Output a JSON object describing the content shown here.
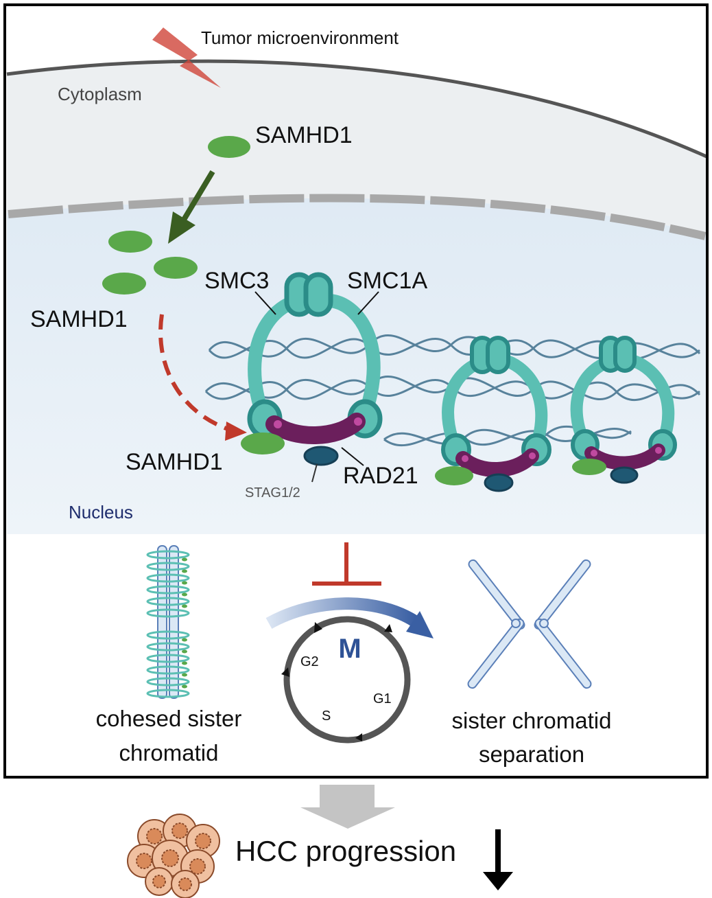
{
  "labels": {
    "tumor_microenvironment": "Tumor microenvironment",
    "cytoplasm": "Cytoplasm",
    "nucleus": "Nucleus",
    "samhd1_cytoplasm": "SAMHD1",
    "samhd1_nucleus": "SAMHD1",
    "samhd1_bound": "SAMHD1",
    "smc3": "SMC3",
    "smc1a": "SMC1A",
    "rad21": "RAD21",
    "stag": "STAG1/2",
    "cohesed_line1": "cohesed sister",
    "cohesed_line2": "chromatid",
    "separation_line1": "sister chromatid",
    "separation_line2": "separation",
    "phase_m": "M",
    "phase_g2": "G2",
    "phase_g1": "G1",
    "phase_s": "S",
    "hcc_progression": "HCC progression"
  },
  "colors": {
    "samhd1": "#5aa84a",
    "cohesin_ring": "#5bbfb3",
    "cohesin_head": "#2b8c88",
    "rad21": "#6b1f5c",
    "stag": "#1f5873",
    "dna": "#3f6f8c",
    "inhibition": "#c0392b",
    "import_arrow": "#3a5e22",
    "nucleus_bg": "#e6f0f7",
    "cytoplasm_bg": "#eceff1",
    "hcc_cell": "#e8a47a"
  }
}
